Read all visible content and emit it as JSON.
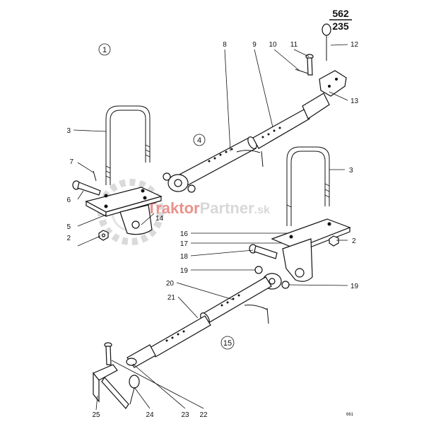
{
  "page_number": {
    "top": "562",
    "bottom": "235"
  },
  "watermark": {
    "brand_a": "Traktor",
    "brand_b": "Partner",
    "tld": ".sk"
  },
  "group_labels": [
    "1",
    "4",
    "15"
  ],
  "part_numbers": [
    "2",
    "2",
    "3",
    "3",
    "5",
    "6",
    "7",
    "8",
    "9",
    "10",
    "11",
    "12",
    "13",
    "14",
    "16",
    "17",
    "18",
    "19",
    "19",
    "20",
    "21",
    "22",
    "23",
    "24",
    "25"
  ],
  "footer_code": "661",
  "colors": {
    "ink": "#111111",
    "watermark_red": "#d8382e",
    "watermark_gray": "#b9b9b9"
  }
}
